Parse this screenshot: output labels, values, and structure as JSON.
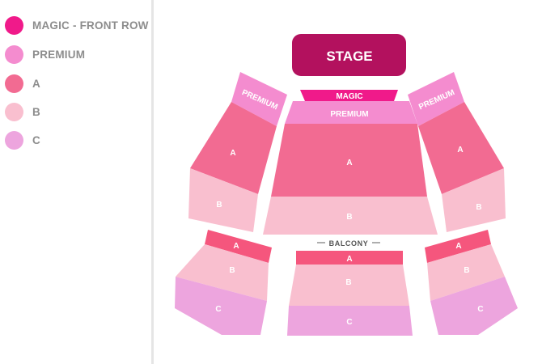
{
  "legend": {
    "items": [
      {
        "label": "MAGIC - FRONT ROW",
        "color": "#f01a8a"
      },
      {
        "label": "PREMIUM",
        "color": "#f48ccf"
      },
      {
        "label": "A",
        "color": "#f26b92"
      },
      {
        "label": "B",
        "color": "#f9bfcf"
      },
      {
        "label": "C",
        "color": "#eda5de"
      }
    ]
  },
  "map": {
    "stage_label": "STAGE",
    "balcony_label": "BALCONY",
    "sections": {
      "magic": "MAGIC",
      "premium": "PREMIUM",
      "a": "A",
      "b": "B",
      "c": "C"
    }
  },
  "colors": {
    "stage": "#b3115e",
    "magic": "#f01a8a",
    "premium": "#f48ccf",
    "a": "#f26b92",
    "b": "#f9bfcf",
    "c": "#eda5de",
    "a_balcony": "#f5567d"
  }
}
